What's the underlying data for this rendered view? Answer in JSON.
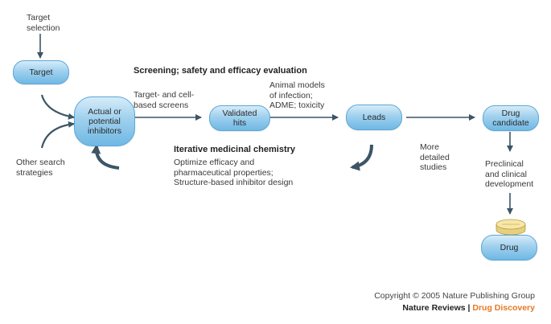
{
  "labels": {
    "target_selection": [
      "Target",
      "selection"
    ],
    "other_search": [
      "Other search",
      "strategies"
    ],
    "screening_title": "Screening; safety and efficacy evaluation",
    "screens": [
      "Target- and cell-",
      "based screens"
    ],
    "animal_models": [
      "Animal models",
      "of infection;",
      "ADME; toxicity"
    ],
    "iterative_title": "Iterative medicinal chemistry",
    "iterative_desc": [
      "Optimize efficacy and",
      "pharmaceutical properties;",
      "Structure-based inhibitor design"
    ],
    "more_detailed": [
      "More",
      "detailed",
      "studies"
    ],
    "preclinical": [
      "Preclinical",
      "and clinical",
      "development"
    ]
  },
  "nodes": {
    "target": [
      "Target"
    ],
    "inhibitors": [
      "Actual or",
      "potential",
      "inhibitors"
    ],
    "validated": [
      "Validated",
      "hits"
    ],
    "leads": [
      "Leads"
    ],
    "candidate": [
      "Drug",
      "candidate"
    ],
    "drug": [
      "Drug"
    ]
  },
  "footer": {
    "copyright": "Copyright © 2005 Nature Publishing Group",
    "journal": "Nature Reviews",
    "separator": " | ",
    "section": "Drug Discovery"
  },
  "colors": {
    "node_fill": "#9fd0ee",
    "node_border": "#5aa7d8",
    "arrow": "#3d5566",
    "accent": "#e87722",
    "pill": "#f6e7a8"
  }
}
